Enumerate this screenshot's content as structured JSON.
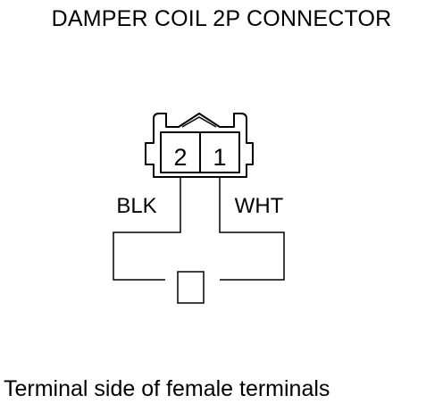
{
  "title": "DAMPER COIL 2P CONNECTOR",
  "caption": "Terminal side of female terminals",
  "connector": {
    "terminals": [
      {
        "number": "2",
        "wire": "BLK"
      },
      {
        "number": "1",
        "wire": "WHT"
      }
    ]
  },
  "colors": {
    "line": "#000000",
    "background": "#ffffff"
  }
}
